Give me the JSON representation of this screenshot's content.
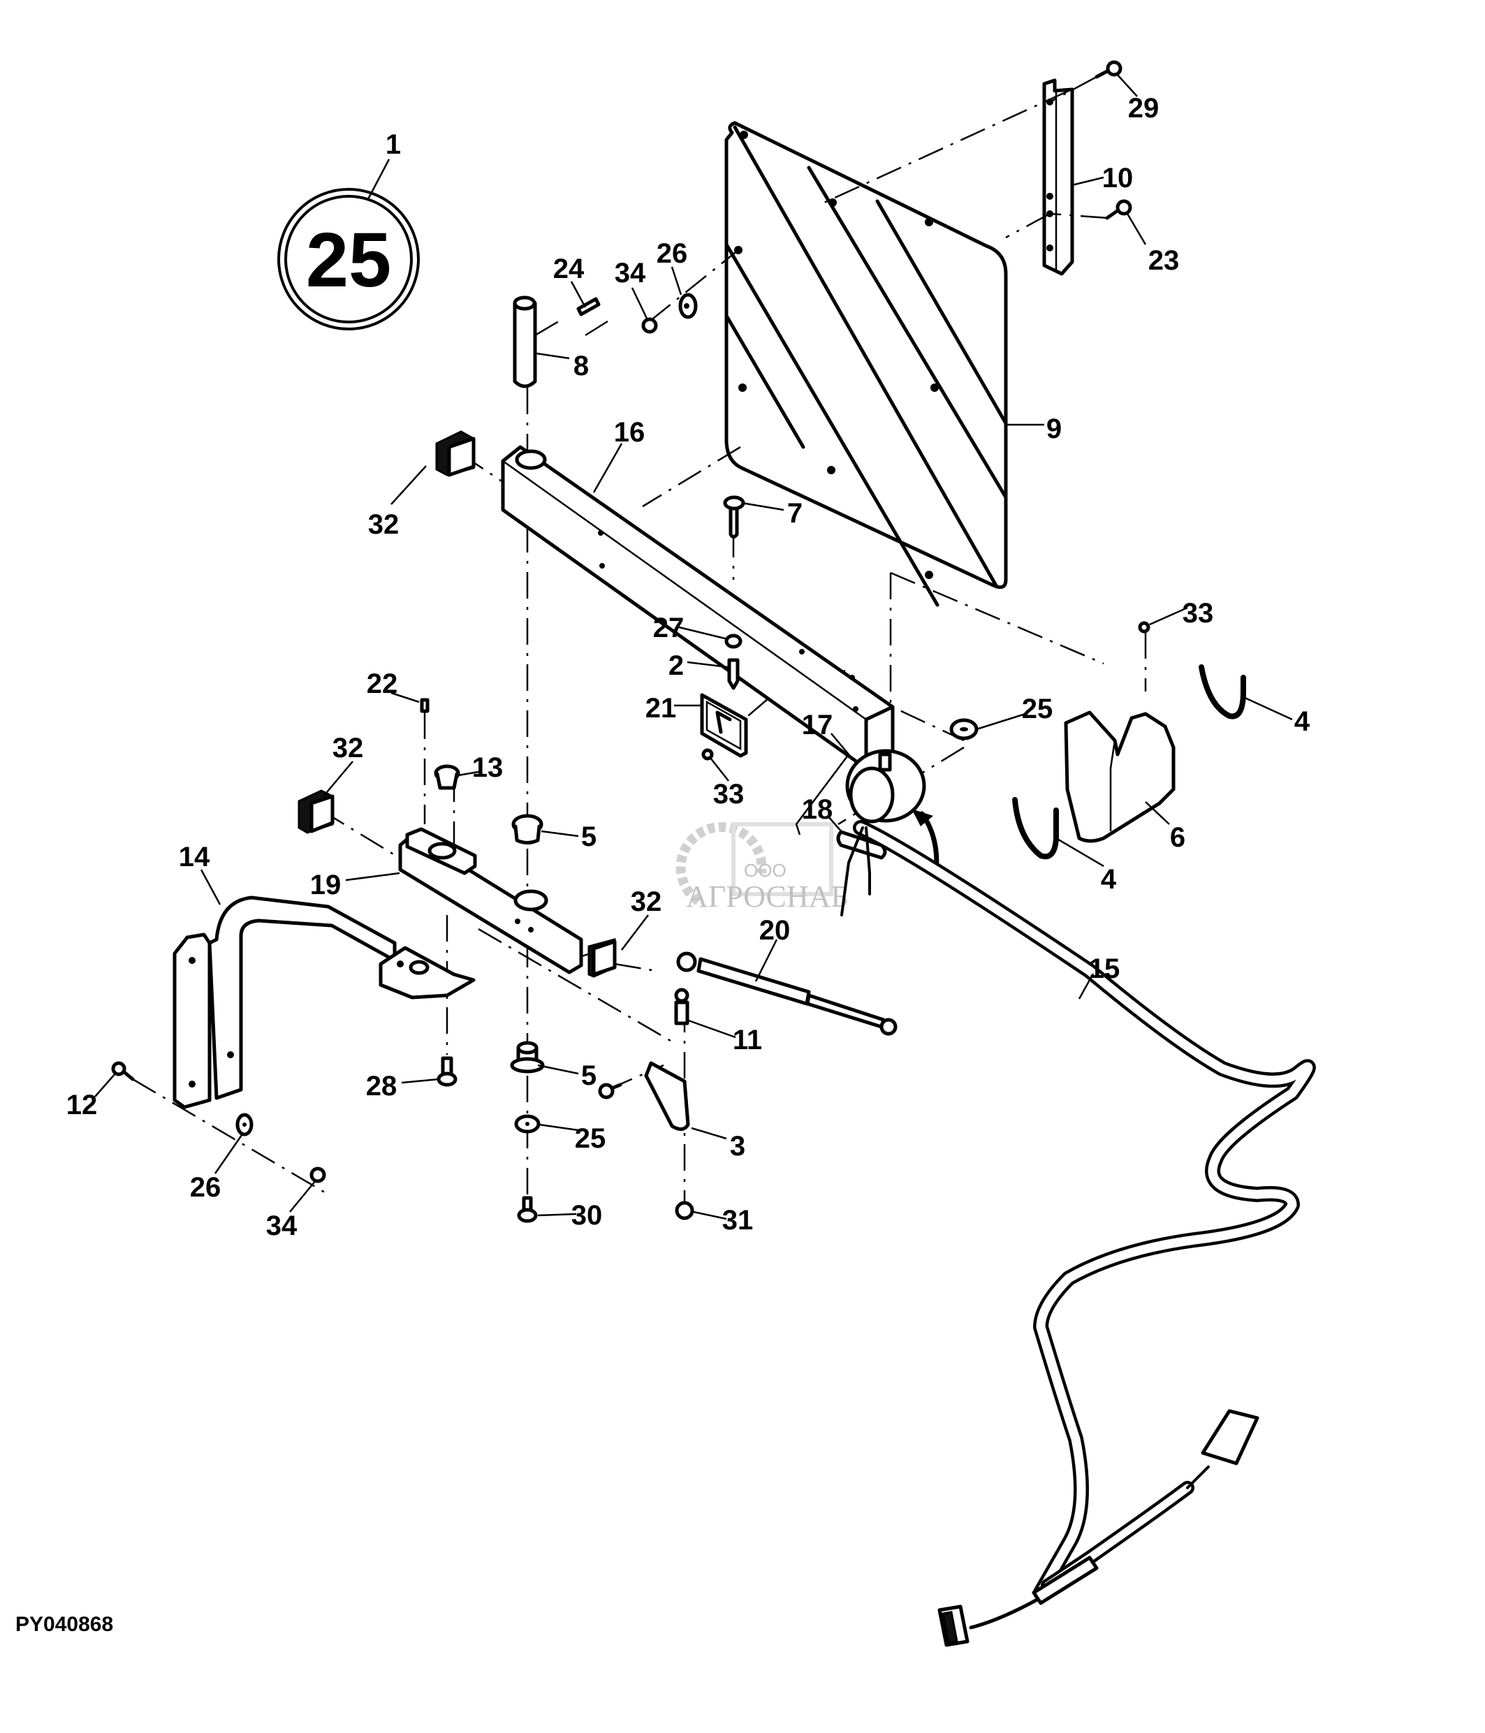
{
  "figure": {
    "id_code": "PY040868",
    "section_badge": "25",
    "watermark": {
      "prefix": "ООО",
      "name": "АГРОСНАБ"
    }
  },
  "callouts": [
    {
      "ref": "1",
      "part": "section-badge"
    },
    {
      "ref": "29",
      "part": "bolt"
    },
    {
      "ref": "10",
      "part": "bracket-strip"
    },
    {
      "ref": "23",
      "part": "bolt"
    },
    {
      "ref": "24",
      "part": "roll-pin"
    },
    {
      "ref": "34",
      "part": "nut"
    },
    {
      "ref": "26",
      "part": "washer"
    },
    {
      "ref": "8",
      "part": "pivot-pin"
    },
    {
      "ref": "16",
      "part": "square-tube-arm"
    },
    {
      "ref": "9",
      "part": "reflective-sign-panel"
    },
    {
      "ref": "32",
      "part": "tube-end-cap"
    },
    {
      "ref": "7",
      "part": "pin"
    },
    {
      "ref": "33",
      "part": "screw"
    },
    {
      "ref": "27",
      "part": "washer"
    },
    {
      "ref": "2",
      "part": "fitting"
    },
    {
      "ref": "22",
      "part": "grease-fitting"
    },
    {
      "ref": "21",
      "part": "lamp-lens"
    },
    {
      "ref": "25",
      "part": "washer"
    },
    {
      "ref": "17",
      "part": "beacon-lamp"
    },
    {
      "ref": "4",
      "part": "clip"
    },
    {
      "ref": "32",
      "part": "tube-end-cap"
    },
    {
      "ref": "13",
      "part": "plug"
    },
    {
      "ref": "33",
      "part": "screw"
    },
    {
      "ref": "18",
      "part": "bulb"
    },
    {
      "ref": "5",
      "part": "bushing"
    },
    {
      "ref": "6",
      "part": "lamp-guard"
    },
    {
      "ref": "14",
      "part": "mounting-arm"
    },
    {
      "ref": "19",
      "part": "pivot-block"
    },
    {
      "ref": "4",
      "part": "clip"
    },
    {
      "ref": "32",
      "part": "tube-end-cap"
    },
    {
      "ref": "20",
      "part": "gas-strut"
    },
    {
      "ref": "15",
      "part": "wiring-harness"
    },
    {
      "ref": "11",
      "part": "ball-stud"
    },
    {
      "ref": "5",
      "part": "bushing"
    },
    {
      "ref": "12",
      "part": "bolt"
    },
    {
      "ref": "28",
      "part": "bolt"
    },
    {
      "ref": "3",
      "part": "strut-bracket"
    },
    {
      "ref": "25",
      "part": "washer"
    },
    {
      "ref": "26",
      "part": "washer"
    },
    {
      "ref": "30",
      "part": "bolt"
    },
    {
      "ref": "31",
      "part": "nut"
    },
    {
      "ref": "34",
      "part": "nut"
    }
  ]
}
